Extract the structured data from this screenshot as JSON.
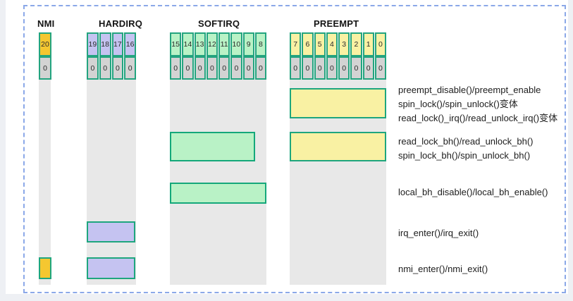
{
  "page": {
    "background": "#eef0f4",
    "card_background": "#ffffff",
    "frame_border_color": "#8ba8e8"
  },
  "columns": {
    "nmi": {
      "header": "NMI",
      "bits": [
        "20"
      ],
      "values": [
        "0"
      ],
      "bit_color": "#f5c730"
    },
    "hardirq": {
      "header": "HARDIRQ",
      "bits": [
        "19",
        "18",
        "17",
        "16"
      ],
      "values": [
        "0",
        "0",
        "0",
        "0"
      ],
      "bit_color": "#c5c3f1"
    },
    "softirq": {
      "header": "SOFTIRQ",
      "bits": [
        "15",
        "14",
        "13",
        "12",
        "11",
        "10",
        "9",
        "8"
      ],
      "values": [
        "0",
        "0",
        "0",
        "0",
        "0",
        "0",
        "0",
        "0"
      ],
      "bit_color": "#b9f2c6"
    },
    "preempt": {
      "header": "PREEMPT",
      "bits": [
        "7",
        "6",
        "5",
        "4",
        "3",
        "2",
        "1",
        "0"
      ],
      "values": [
        "0",
        "0",
        "0",
        "0",
        "0",
        "0",
        "0",
        "0"
      ],
      "bit_color": "#f9f1a3"
    }
  },
  "annotations": {
    "preempt_group": {
      "line1": "preempt_disable()/preempt_enable",
      "line2": "spin_lock()/spin_unlock()变体",
      "line3": "read_lock()_irq()/read_unlock_irq()变体"
    },
    "bh_group": {
      "line1": "read_lock_bh()/read_unlock_bh()",
      "line2": "spin_lock_bh()/spin_unlock_bh()"
    },
    "local_bh": "local_bh_disable()/local_bh_enable()",
    "irq": "irq_enter()/irq_exit()",
    "nmi": "nmi_enter()/nmi_exit()"
  },
  "colors": {
    "cell_border": "#23a47f",
    "value_cell_fill": "#d3d3d3",
    "track_fill": "#e8e8e8",
    "nmi_block_fill": "#f5c730",
    "hardirq_block_fill": "#c5c3f1",
    "softirq_block_fill": "#b9f2c6",
    "preempt_block_fill": "#f9f1a3"
  }
}
